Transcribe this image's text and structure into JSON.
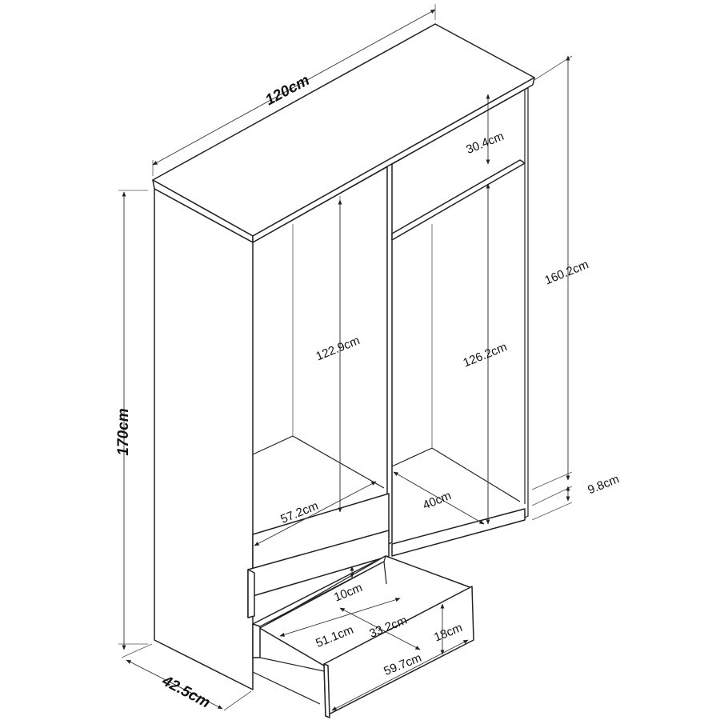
{
  "dimensions": {
    "width": "120cm",
    "height": "170cm",
    "depth": "42.5cm",
    "inner_height_right": "160.2cm",
    "top_shelf_gap": "30.4cm",
    "left_compartment_height": "122.9cm",
    "right_compartment_height": "126.2cm",
    "plinth_height": "9.8cm",
    "left_compartment_width": "57.2cm",
    "right_compartment_width": "40cm",
    "drawer_height_inner": "10cm",
    "drawer_inner_width": "51.1cm",
    "drawer_inner_depth": "33.2cm",
    "drawer_front_height": "18cm",
    "drawer_front_width": "59.7cm"
  }
}
